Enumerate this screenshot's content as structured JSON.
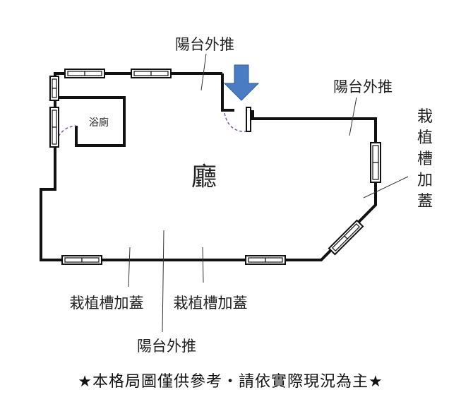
{
  "labels": {
    "balcony_top": "陽台外推",
    "balcony_right": "陽台外推",
    "balcony_bottom": "陽台外推",
    "bathroom": "浴廁",
    "hall": "廳",
    "planter_right": "栽植槽加蓋",
    "planter_bottom_left": "栽植槽加蓋",
    "planter_bottom_right": "栽植槽加蓋"
  },
  "disclaimer": "★本格局圖僅供參考・請依實際現況為主★",
  "colors": {
    "wall": "#111111",
    "entry_arrow": "#4a7cc4",
    "door_swing": "#7b5ea8",
    "window_frame": "#111111"
  }
}
